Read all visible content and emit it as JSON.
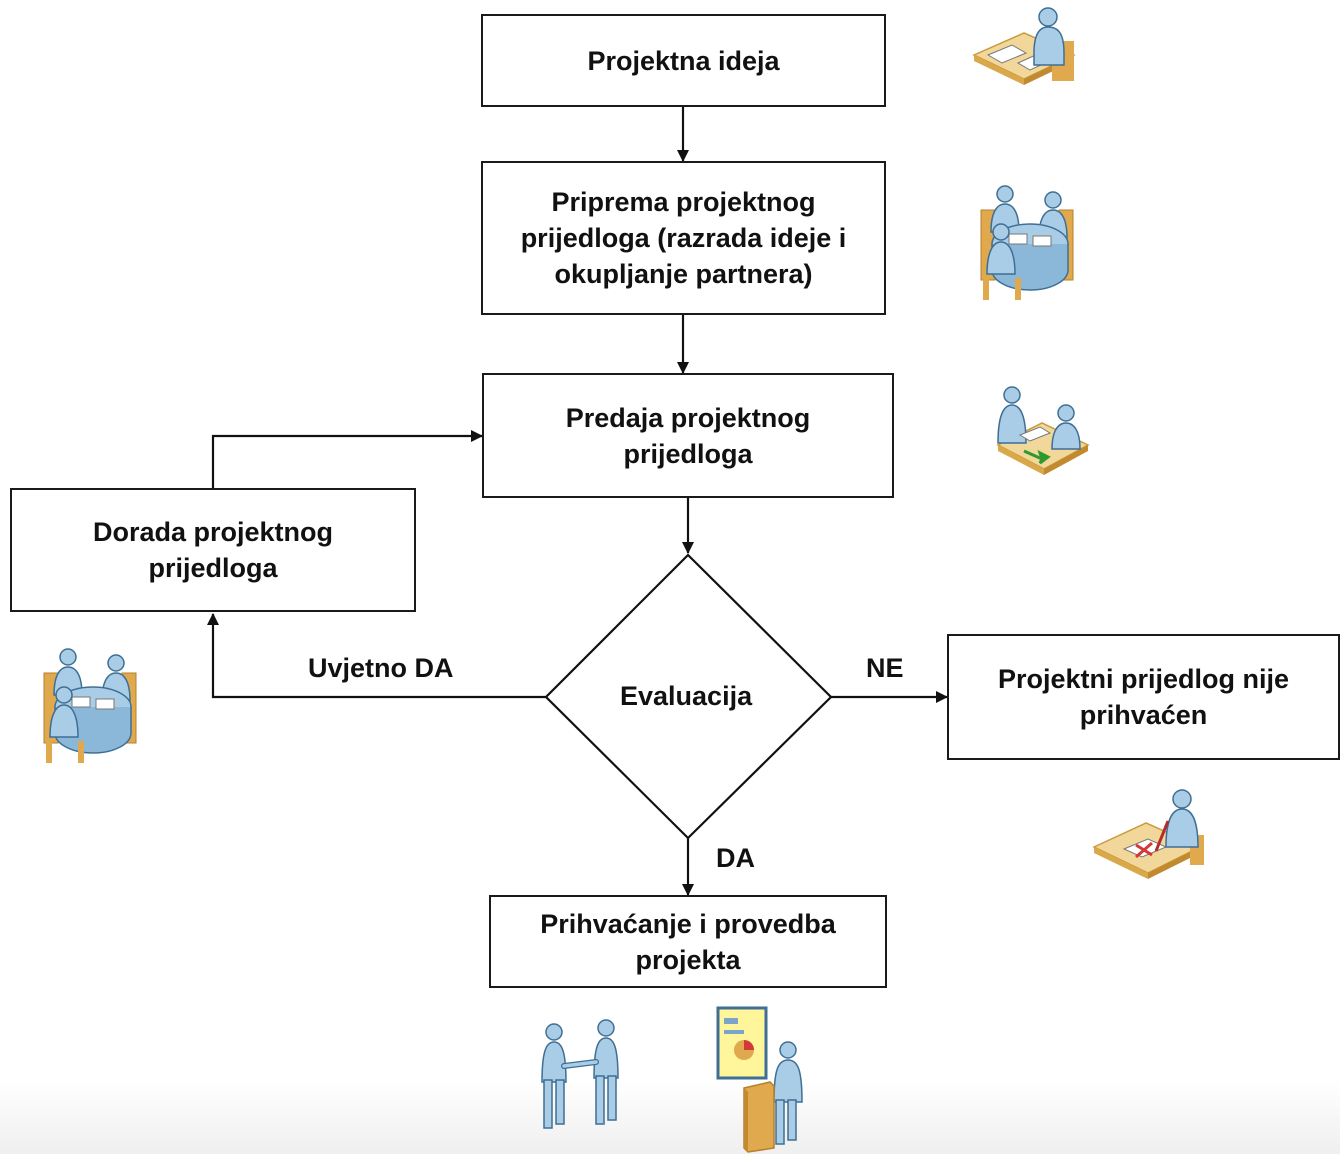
{
  "nodes": {
    "idea": "Projektna ideja",
    "prep": "Priprema projektnog\nprijedloga (razrada ideje i\nokupljanje partnera)",
    "submit": "Predaja projektnog\nprijedloga",
    "rework": "Dorada projektnog\nprijedloga",
    "evaluation": "Evaluacija",
    "rejected": "Projektni prijedlog nije\nprihvaćen",
    "accepted": "Prihvaćanje i provedba\nprojekta"
  },
  "edge_labels": {
    "conditional_yes": "Uvjetno DA",
    "no": "NE",
    "yes": "DA"
  },
  "icons": {
    "idea": "person-at-desk-with-papers-icon",
    "prep": "meeting-round-table-icon",
    "submit": "document-handover-icon",
    "rework": "meeting-round-table-icon",
    "rejected": "rejected-document-icon",
    "accepted_1": "handshake-icon",
    "accepted_2": "presentation-icon"
  },
  "colors": {
    "person": "#a9cde6",
    "person_outline": "#3f6f94",
    "desk": "#f2d79a",
    "desk_edge": "#c99a3c",
    "chair": "#e0a94d",
    "arrow_green": "#2e9a2e",
    "reject_red": "#d23a3a",
    "screen": "#fff59a"
  }
}
